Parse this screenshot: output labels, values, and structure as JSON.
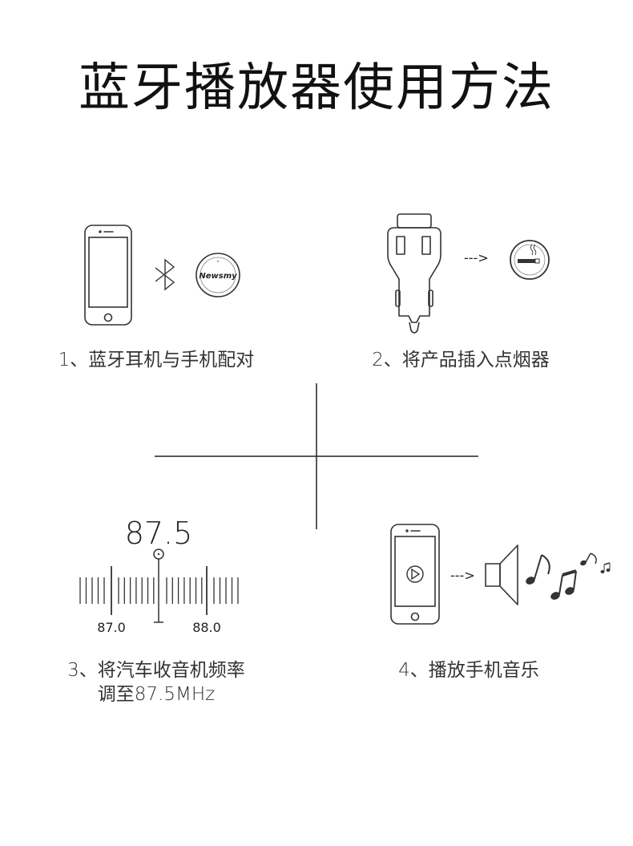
{
  "title": "蓝牙播放器使用方法",
  "steps": [
    {
      "caption": "1、蓝牙耳机与手机配对",
      "device_label": "Newsmy"
    },
    {
      "caption": "2、将产品插入点烟器"
    },
    {
      "caption_line1": "3、将汽车收音机频率",
      "caption_line2": "调至87.5MHz"
    },
    {
      "caption": "4、播放手机音乐"
    }
  ],
  "radio": {
    "frequency": "87.5",
    "tick_left": "87.0",
    "tick_right": "88.0"
  },
  "arrow_text": "--->",
  "icons": [
    "phone-icon",
    "bluetooth-icon",
    "receiver-icon",
    "car-charger-icon",
    "cigarette-socket-icon",
    "radio-dial-icon",
    "play-icon",
    "speaker-icon",
    "music-notes-icon"
  ]
}
